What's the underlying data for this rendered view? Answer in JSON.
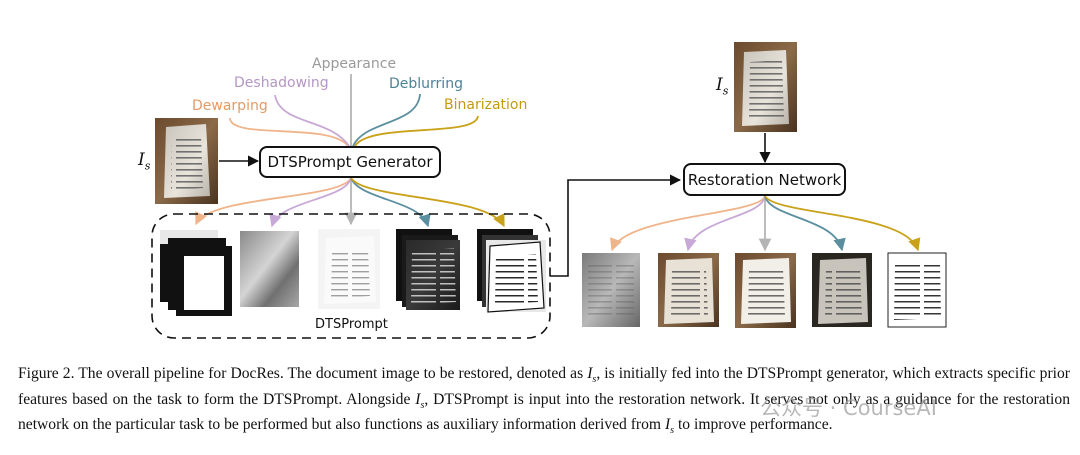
{
  "tasks": {
    "appearance": "Appearance",
    "deshadowing": "Deshadowing",
    "deblurring": "Deblurring",
    "dewarping": "Dewarping",
    "binarization": "Binarization"
  },
  "boxes": {
    "generator": "DTSPrompt Generator",
    "restoration": "Restoration Network"
  },
  "labels": {
    "is_base": "I",
    "is_sub": "s",
    "dtsprompt": "DTSPrompt"
  },
  "caption": {
    "label": "Figure 2.",
    "t1": " The overall pipeline for DocRes. The document image to be restored, denoted as ",
    "t2": ", is initially fed into the DTSPrompt generator, which extracts specific prior features based on the task to form the DTSPrompt. Alongside ",
    "t3": ", DTSPrompt is input into the restoration network. It serves not only as a guidance for the restoration network on the particular task to be performed but also functions as auxiliary information derived from ",
    "t4": " to improve performance.",
    "math_base": "I",
    "math_sub": "s"
  },
  "watermark": "公众号 · CourseAI",
  "colors": {
    "dewarping": "#f0b48a",
    "deshadowing": "#c8a8d6",
    "appearance": "#b4b4b4",
    "deblurring": "#5b8fa0",
    "binarization": "#c9a21a"
  }
}
